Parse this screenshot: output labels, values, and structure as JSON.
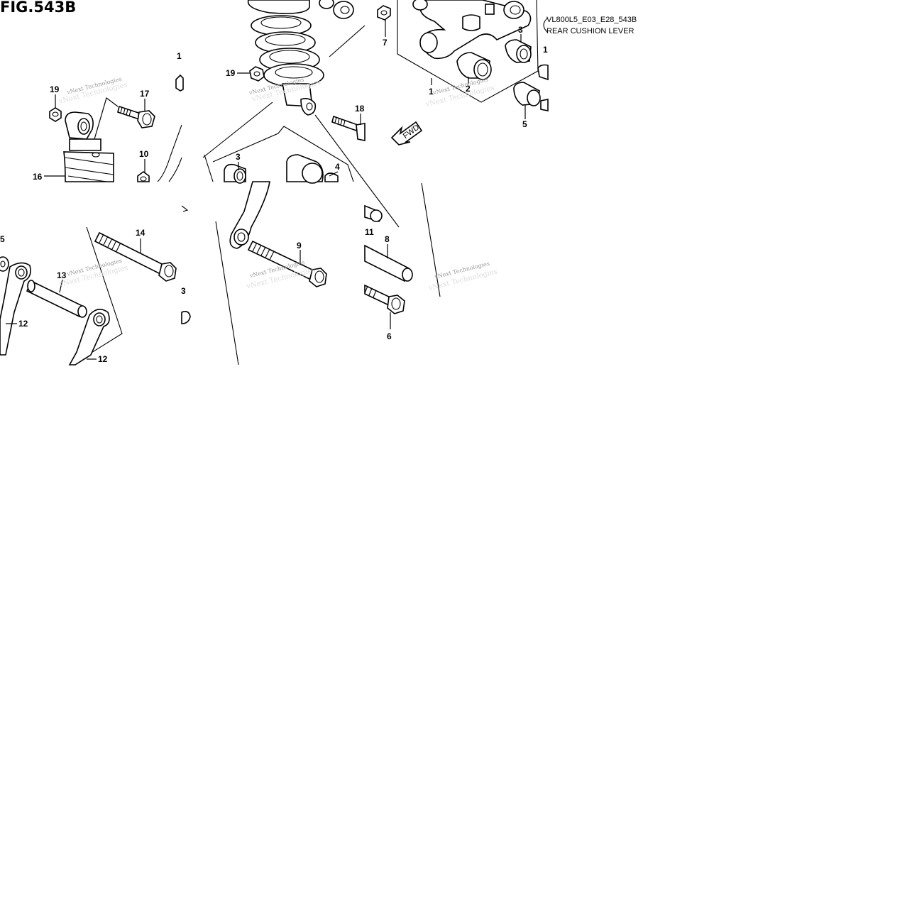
{
  "figure": {
    "title": "FIG.543B",
    "ref_code": "VL800L5_E03_E28_543B",
    "section_name": "REAR CUSHION LEVER",
    "fwd_label": "FWD"
  },
  "watermark": {
    "text": "vNext Technologies"
  },
  "callouts": {
    "c19a": "19",
    "c17": "17",
    "c16": "16",
    "c10": "10",
    "c1a": "1",
    "c19b": "19",
    "c18": "18",
    "c3a": "3",
    "c4": "4",
    "c7": "7",
    "c3b": "3",
    "c1b": "1",
    "c2": "2",
    "c1c": "1",
    "c5a": "5",
    "c5b": "5",
    "c14": "14",
    "c13": "13",
    "c12a": "12",
    "c12b": "12",
    "c9": "9",
    "c11": "11",
    "c8": "8",
    "c6": "6",
    "c3c": "3"
  }
}
